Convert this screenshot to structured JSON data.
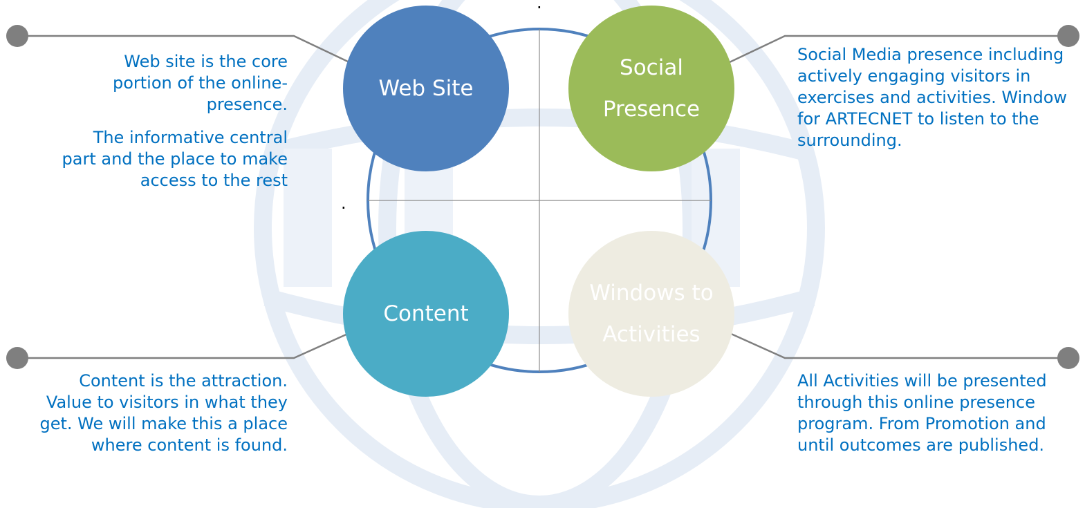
{
  "colors": {
    "web_site": "#4f81bd",
    "social_presence": "#9bbb59",
    "content": "#4bacc6",
    "windows_to_activities": "#eeece1",
    "description_text": "#0070c0",
    "ring": "#4f81bd",
    "connector": "#7f7f7f",
    "watermark": "#dbe5f1"
  },
  "circles": {
    "web_site": "Web Site",
    "social_presence": [
      "Social",
      "Presence"
    ],
    "content": "Content",
    "windows_to_activities": [
      "Windows to",
      "Activities"
    ]
  },
  "descriptions": {
    "web_site": [
      "Web site is the core portion of the online-presence.",
      "The informative central part and the place to make access to the rest"
    ],
    "social_presence": "Social Media presence including actively engaging visitors in exercises and activities. Window for ARTECNET to listen to the surrounding.",
    "content": "Content is the attraction. Value to visitors in what they get. We will make this a place where content is found.",
    "windows_to_activities": "All Activities will be presented through this online presence program. From Promotion and until outcomes are published."
  },
  "marks": {
    "top": ".",
    "left": "."
  }
}
